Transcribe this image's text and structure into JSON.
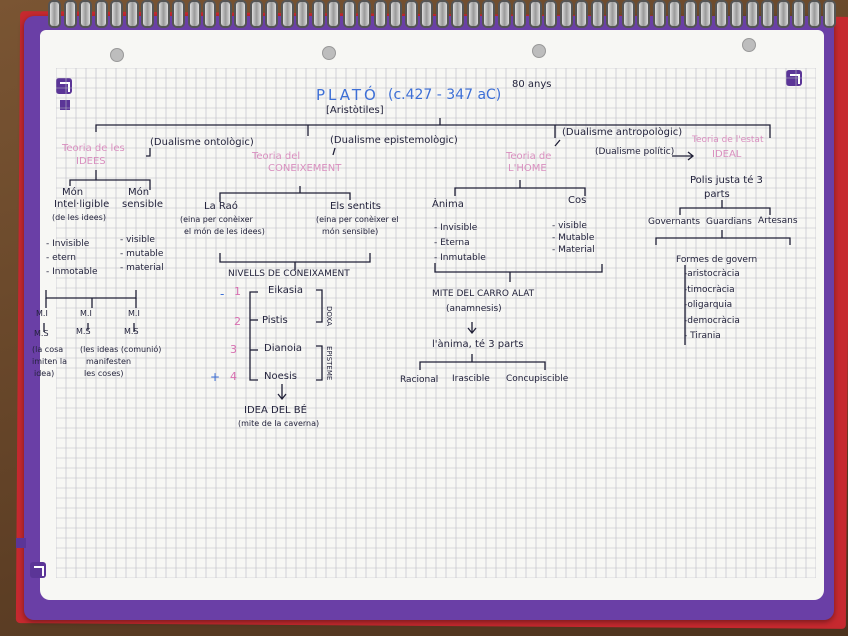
{
  "title": {
    "name": "PLATÓ",
    "dates": "(c.427 - 347 aC)",
    "age": "80 anys",
    "teacher": "[Aristòtiles]"
  },
  "branches": {
    "ontologic": "(Dualisme ontològic)",
    "epistemologic": "(Dualisme epistemològic)",
    "antropologic": "(Dualisme antropològic)",
    "politic": "(Dualisme polític)"
  },
  "ideas": {
    "title_line1": "Teoria de les",
    "title_line2": "IDEES",
    "mon_intel_1": "Món",
    "mon_intel_2": "Intel·ligible",
    "mon_intel_3": "(de les idees)",
    "mon_sens_1": "Món",
    "mon_sens_2": "sensible",
    "intel_props": [
      "- Invisible",
      "- etern",
      "- Inmotable"
    ],
    "sens_props": [
      "- visible",
      "- mutable",
      "- material"
    ],
    "mi_labels": [
      "M.I",
      "M.I",
      "M.I"
    ],
    "ms_labels": [
      "M.S",
      "M.S",
      "M.S"
    ],
    "notes_1": [
      "(la cosa",
      "imiten la",
      "idea)"
    ],
    "notes_2": [
      "(les ideas (comunió)",
      "manifesten",
      "les coses)"
    ]
  },
  "coneixement": {
    "title_line1": "Teoria del",
    "title_line2": "CONEIXEMENT",
    "rao": "La Raó",
    "rao_desc_1": "(eina per conèixer",
    "rao_desc_2": "el món de les idees)",
    "sentits": "Els sentits",
    "sentits_desc_1": "(eina per conèixer el",
    "sentits_desc_2": "món sensible)",
    "nivells": "NIVELLS DE CONEIXAMENT",
    "levels": [
      {
        "sign": "-",
        "num": "1",
        "name": "Eikasia"
      },
      {
        "num": "2",
        "name": "Pistis"
      },
      {
        "num": "3",
        "name": "Dianoia"
      },
      {
        "sign": "+",
        "num": "4",
        "name": "Noesis"
      }
    ],
    "doxa": "DOXA",
    "episteme": "EPISTEME",
    "bé": "IDEA DEL BÉ",
    "mite_caverna": "(mite de la caverna)"
  },
  "home": {
    "title_line1": "Teoria de",
    "title_line2": "L'HOME",
    "anima": "Ànima",
    "cos": "Cos",
    "anima_props": [
      "- Invisible",
      "- Eterna",
      "- Inmutable"
    ],
    "cos_props": [
      "- visible",
      "- Mutable",
      "- Material"
    ],
    "mite": "MITE DEL CARRO ALAT",
    "anamnesis": "(anamnesis)",
    "parts": "l'ànima, té 3 parts",
    "soul_parts": [
      "Racional",
      "Irascible",
      "Concupiscible"
    ]
  },
  "estat": {
    "title_line1": "Teoria de l'estat",
    "title_line2": "IDEAL",
    "polis_1": "Polis justa té 3",
    "polis_2": "parts",
    "classes": [
      "Governants",
      "Guardians",
      "Artesans"
    ],
    "formes": "Formes de govern",
    "governs": [
      "-aristocràcia",
      "-timocràcia",
      "-oligarquia",
      "-democràcia",
      "- Tirania"
    ]
  }
}
